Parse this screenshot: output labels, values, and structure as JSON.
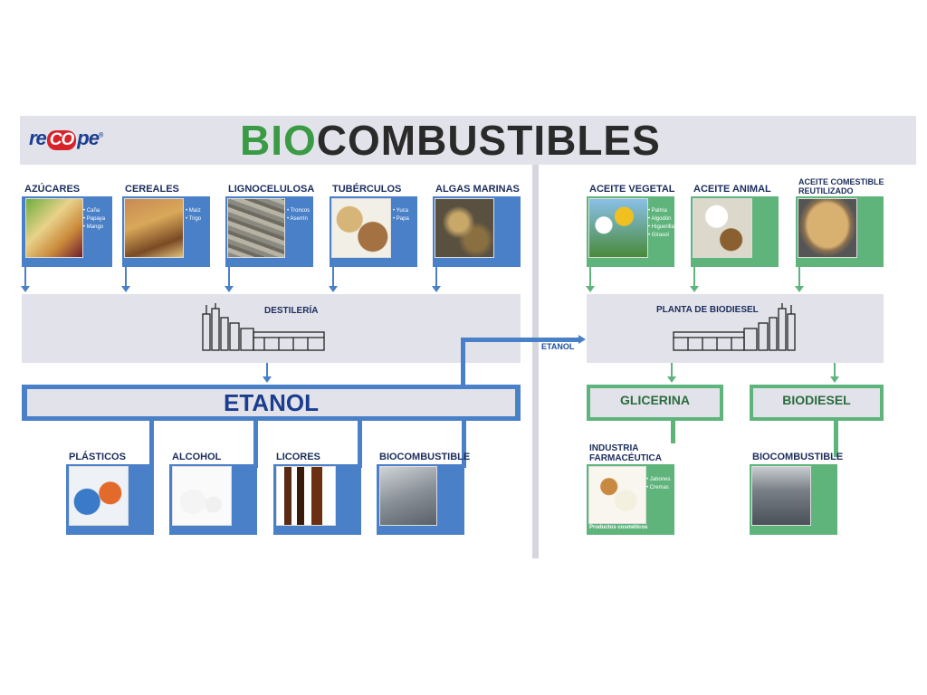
{
  "header": {
    "logo_left": "re",
    "logo_mid": "CO",
    "logo_right": "pe",
    "logo_mark": "®",
    "title_bio": "BIO",
    "title_rest": "COMBUSTIBLES"
  },
  "sources_left": [
    {
      "label": "AZÚCARES",
      "items": [
        "Caña",
        "Papaya",
        "Mango"
      ]
    },
    {
      "label": "CEREALES",
      "items": [
        "Maíz",
        "Trigo"
      ]
    },
    {
      "label": "LIGNOCELULOSA",
      "items": [
        "Troncos",
        "Aserrín"
      ]
    },
    {
      "label": "TUBÉRCULOS",
      "items": [
        "Yuca",
        "Papa"
      ]
    },
    {
      "label": "ALGAS MARINAS",
      "items": []
    }
  ],
  "sources_right": [
    {
      "label": "ACEITE VEGETAL",
      "items": [
        "Palma",
        "Algodón",
        "Higuerilla",
        "Girasol"
      ]
    },
    {
      "label": "ACEITE ANIMAL",
      "items": []
    },
    {
      "label": "ACEITE COMESTIBLE REUTILIZADO",
      "items": []
    }
  ],
  "processes": {
    "distilleria": "DESTILERÍA",
    "biodiesel_plant": "PLANTA DE BIODIESEL"
  },
  "products": {
    "etanol": "ETANOL",
    "etanol_link": "ETANOL",
    "glicerina": "GLICERINA",
    "biodiesel": "BIODIESEL"
  },
  "uses_left": [
    "PLÁSTICOS",
    "ALCOHOL",
    "LICORES",
    "BIOCOMBUSTIBLE"
  ],
  "uses_right": [
    {
      "label": "INDUSTRIA FARMACÉUTICA",
      "items": [
        "Jabones",
        "Cremas"
      ],
      "footer": "Productos cosméticos"
    },
    {
      "label": "BIOCOMBUSTIBLE",
      "items": [],
      "footer": ""
    }
  ],
  "colors": {
    "blue": "#4a80c8",
    "green": "#5fb47c",
    "panel": "#e2e3ea",
    "title_green": "#3b9a45"
  }
}
